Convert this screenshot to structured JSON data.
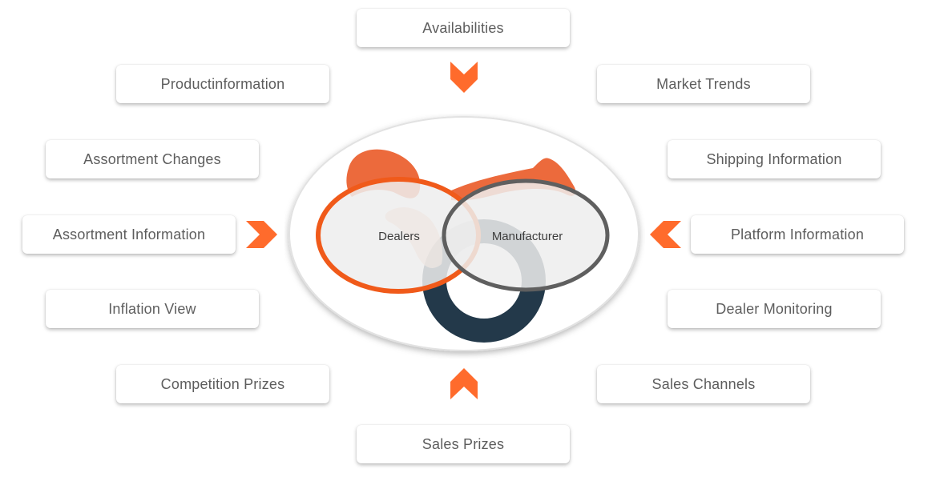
{
  "colors": {
    "accent": "#ff6b2c",
    "dealers_ring": "#f05a1a",
    "manufacturer_ring": "#5f5f5f",
    "logo_orange": "#ec6a3c",
    "logo_navy": "#23394a",
    "label_text": "#5d5d5d",
    "box_background": "#ffffff"
  },
  "top": {
    "label": "Availabilities"
  },
  "bottom": {
    "label": "Sales Prizes"
  },
  "left": [
    {
      "label": "Productinformation"
    },
    {
      "label": "Assortment Changes"
    },
    {
      "label": "Assortment Information"
    },
    {
      "label": "Inflation View"
    },
    {
      "label": "Competition Prizes"
    }
  ],
  "right": [
    {
      "label": "Market Trends"
    },
    {
      "label": "Shipping Information"
    },
    {
      "label": "Platform Information"
    },
    {
      "label": "Dealer Monitoring"
    },
    {
      "label": "Sales Channels"
    }
  ],
  "center": {
    "left_circle_label": "Dealers",
    "right_circle_label": "Manufacturer"
  },
  "arrows": [
    {
      "name": "arrow-down-icon"
    },
    {
      "name": "arrow-up-icon"
    },
    {
      "name": "arrow-right-icon"
    },
    {
      "name": "arrow-left-icon"
    }
  ]
}
